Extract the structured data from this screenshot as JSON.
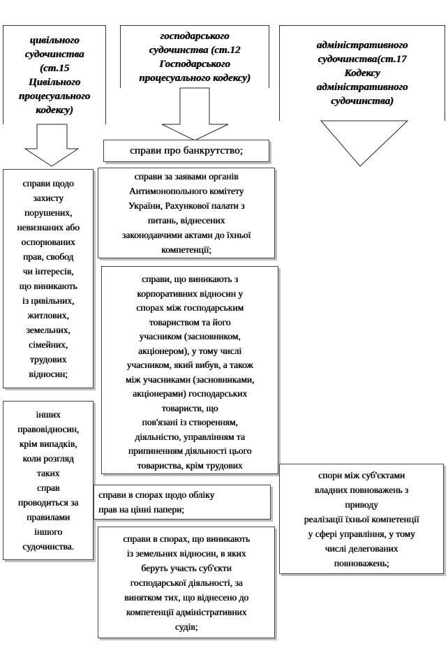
{
  "headers": {
    "civil": "цивільного\nсудочинства\n(ст.15\nЦивільного\nпроцесуального\nкодексу)",
    "commercial": "господарського\nсудочинства (ст.12\nГосподарського\nпроцесуального кодексу)",
    "administrative": "адміністративного\nсудочинства(ст.17\nКодексу\nадміністративного\nсудочинства)"
  },
  "civil": {
    "protection_cases": "справи щодо\nзахисту\nпорушених,\nневизнаних або\nоспорюваних\nправ, свобод\nчи  інтересів,\nщо  виникають\nіз цивільних,\nжитлових,\nземельних,\nсімейних,\nтрудових\nвідносин;",
    "other_relations": "інших\nправовідносин,\nкрім  випадків,\nколи розгляд\nтаких\nсправ\nпроводиться за\nправилами\nіншого\nсудочинства."
  },
  "commercial": {
    "bankruptcy": "справи про банкрутство;",
    "amcu_cases": "справи  за  заявами  органів\nАнтимонопольного   комітету\nУкраїни,  Рахункової  палати  з\nпитань,  віднесених\nзаконодавчими актами до їхньої\nкомпетенції;",
    "corporate_cases": "справи,  що  виникають  з\nкорпоративних  відносин у\nспорах між господарським\nтовариством  та  його\nучасником  (засновником,\nакціонером),  у  тому  числі\nучасником,  який вибув,  а також\nміж учасниками (засновниками,\nакціонерами)  господарських\nтовариств, що\nпов'язані  із створенням,\nдіяльністю,   управлінням та\nприпиненням діяльності цього\nтовариства, крім трудових",
    "securities_cases": "справи в спорах  щодо обліку\nправ на цінні папери;",
    "land_cases": "справи   в спорах, що виникають\nіз земельних відносин, в яких\nберуть участь суб'єкти\nгосподарської діяльності,  за\nвинятком тих, що віднесено до\nкомпетенції адміністративних\nсудів;"
  },
  "administrative": {
    "disputes": "спори  між  суб'єктами\nвладних  повноважень  з\nприводу\nреалізації  їхньої  компетенції\nу сфері управління,  у тому\nчислі делегованих\nповноважень;"
  }
}
